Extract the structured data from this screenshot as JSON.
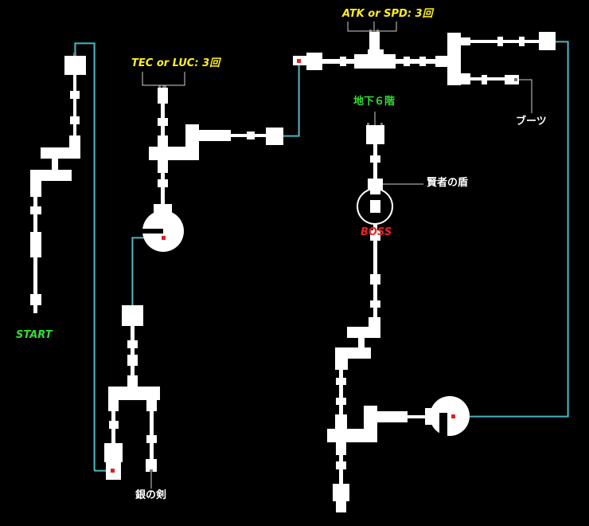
{
  "labels": {
    "start": "START",
    "tec_luc": "TEC or LUC: 3回",
    "atk_spd": "ATK or SPD: 3回",
    "basement6": "地下６階",
    "boots": "ブーツ",
    "shield": "賢者の盾",
    "boss": "BOSS",
    "silver_sword": "銀の剣"
  },
  "colors": {
    "background": "#000000",
    "room": "#ffffff",
    "connector": "#34c8d8",
    "marker": "#e02020",
    "start_label": "#33dd33",
    "stat_label": "#ffee22",
    "boss_label": "#ee2222",
    "floor_label": "#33dd33"
  }
}
